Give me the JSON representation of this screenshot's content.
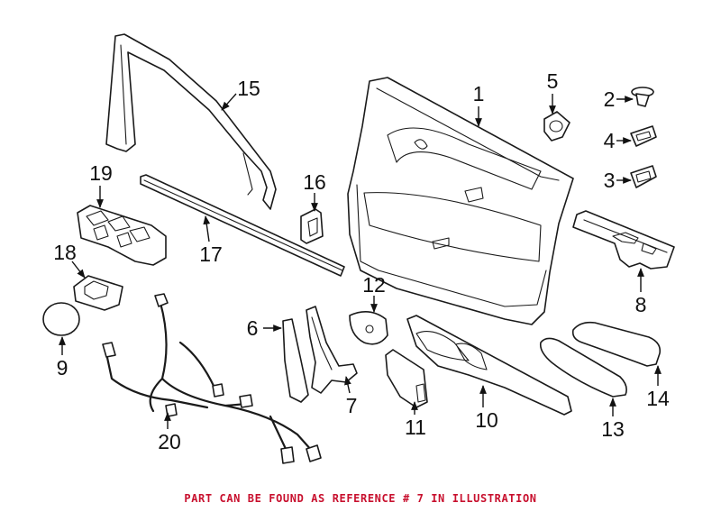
{
  "footer_note": "PART CAN BE FOUND AS REFERENCE # 7 IN ILLUSTRATION",
  "colors": {
    "footer_note": "#c8102e",
    "linework": "#1a1a1a",
    "background": "#ffffff"
  },
  "callouts": {
    "c1": "1",
    "c2": "2",
    "c3": "3",
    "c4": "4",
    "c5": "5",
    "c6": "6",
    "c7": "7",
    "c8": "8",
    "c9": "9",
    "c10": "10",
    "c11": "11",
    "c12": "12",
    "c13": "13",
    "c14": "14",
    "c15": "15",
    "c16": "16",
    "c17": "17",
    "c18": "18",
    "c19": "19",
    "c20": "20"
  }
}
